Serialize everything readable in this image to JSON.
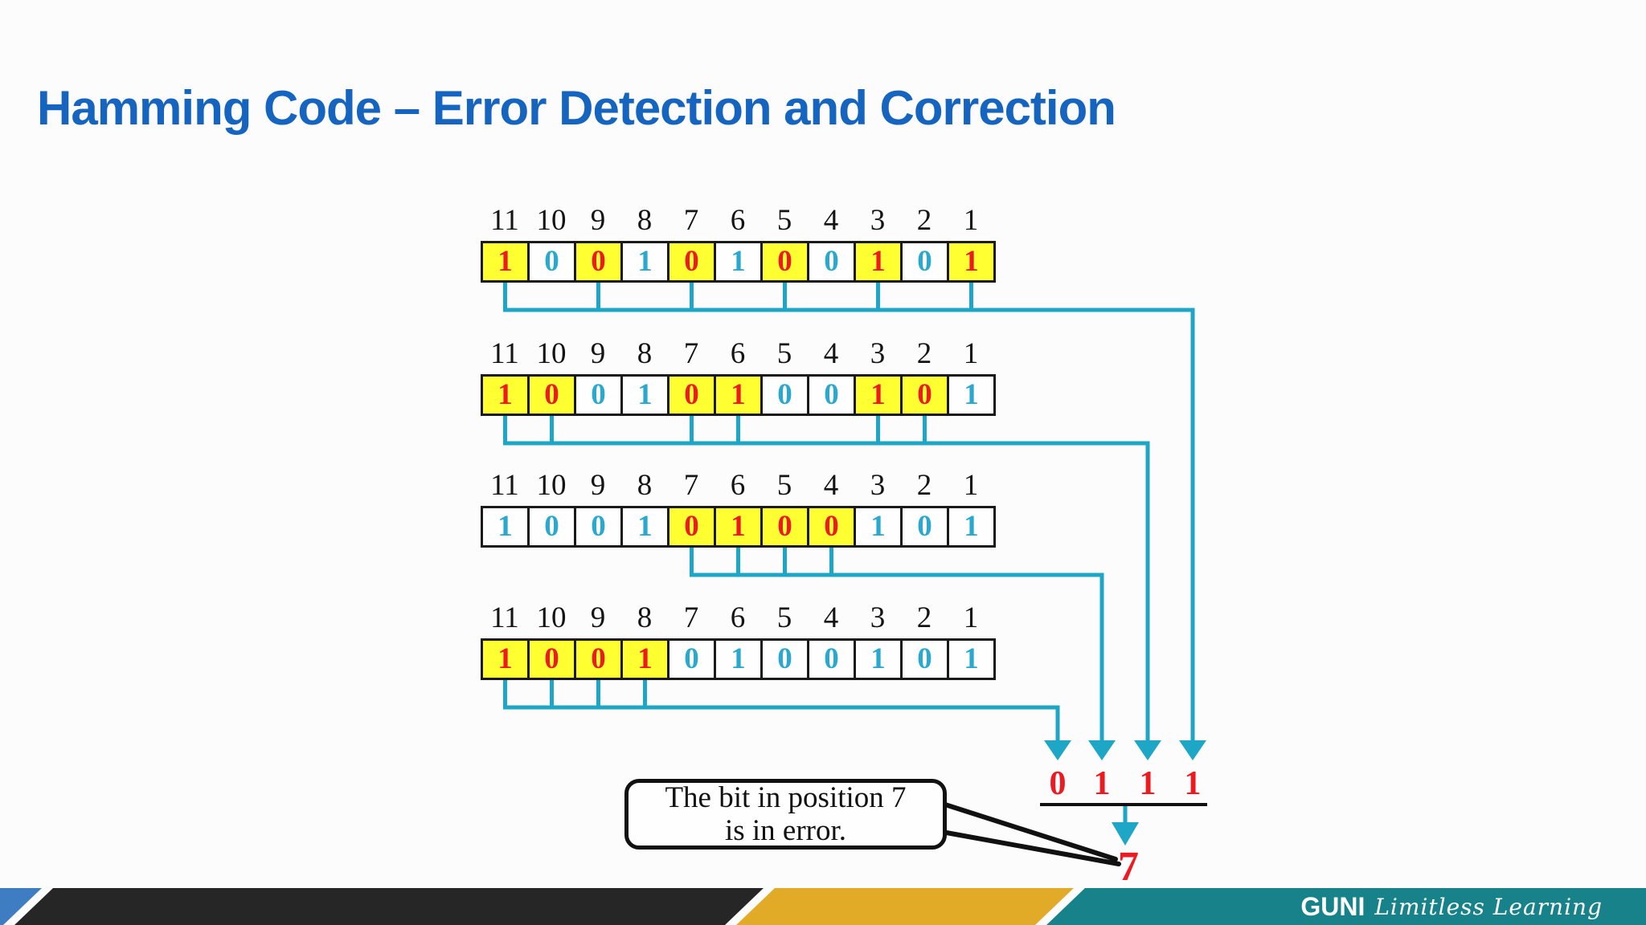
{
  "slide": {
    "title": "Hamming Code – Error Detection and Correction",
    "title_color": "#1565C0",
    "background": "#FCFCFC"
  },
  "diagram": {
    "position_labels": [
      "11",
      "10",
      "9",
      "8",
      "7",
      "6",
      "5",
      "4",
      "3",
      "2",
      "1"
    ],
    "codeword_bits": [
      "1",
      "0",
      "0",
      "1",
      "0",
      "1",
      "0",
      "0",
      "1",
      "0",
      "1"
    ],
    "parity_rows": [
      {
        "check": "parity-check-1",
        "highlighted_positions": [
          11,
          9,
          7,
          5,
          3,
          1
        ]
      },
      {
        "check": "parity-check-2",
        "highlighted_positions": [
          11,
          10,
          7,
          6,
          3,
          2
        ]
      },
      {
        "check": "parity-check-4",
        "highlighted_positions": [
          7,
          6,
          5,
          4
        ]
      },
      {
        "check": "parity-check-8",
        "highlighted_positions": [
          11,
          10,
          9,
          8
        ]
      }
    ],
    "syndrome_bits": [
      "0",
      "1",
      "1",
      "1"
    ],
    "error_position": "7",
    "callout_line1": "The bit in position 7",
    "callout_line2": "is in error.",
    "colors": {
      "highlight_fill": "#FFFF32",
      "highlighted_digit": "#EC1A21",
      "normal_digit": "#2AA8CE",
      "connector": "#1EA6C6",
      "underline": "#111111"
    }
  },
  "footer": {
    "brand": "GUNI",
    "tagline": "Limitless Learning",
    "colors": {
      "blue_wedge": "#3F7DC2",
      "dark_band": "#262626",
      "gold_band": "#E2AB27",
      "teal_band": "#178289"
    }
  }
}
